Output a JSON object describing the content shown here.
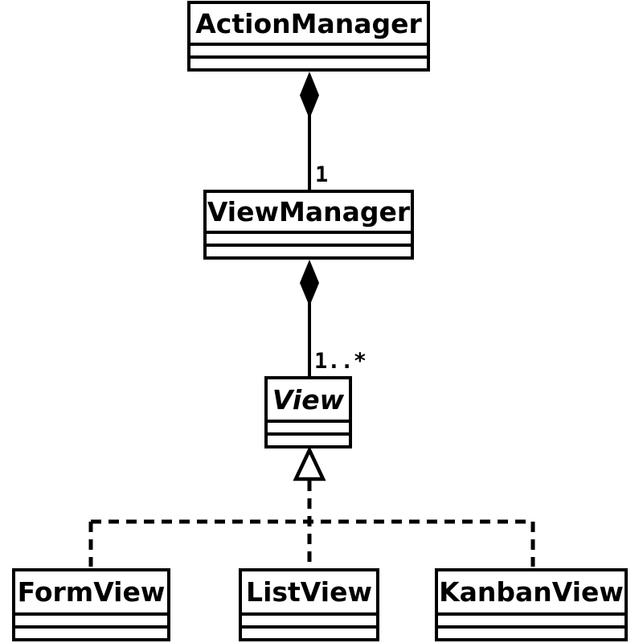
{
  "colors": {
    "stroke": "#000000",
    "box_fill": "#ffffff",
    "text": "#000000",
    "background": "#ffffff"
  },
  "diagram": {
    "type": "uml-class-diagram",
    "classes": [
      {
        "name": "ActionManager",
        "abstract": false,
        "attributes": [],
        "methods": []
      },
      {
        "name": "ViewManager",
        "abstract": false,
        "attributes": [],
        "methods": []
      },
      {
        "name": "View",
        "abstract": true,
        "attributes": [],
        "methods": []
      },
      {
        "name": "FormView",
        "abstract": false,
        "attributes": [],
        "methods": []
      },
      {
        "name": "ListView",
        "abstract": false,
        "attributes": [],
        "methods": []
      },
      {
        "name": "KanbanView",
        "abstract": false,
        "attributes": [],
        "methods": []
      }
    ],
    "relations": [
      {
        "from": "ActionManager",
        "to": "ViewManager",
        "type": "composition",
        "multiplicity": "1",
        "line": "solid"
      },
      {
        "from": "ViewManager",
        "to": "View",
        "type": "composition",
        "multiplicity": "1..*",
        "line": "solid"
      },
      {
        "from": "View",
        "to": "FormView",
        "type": "generalization",
        "multiplicity": "",
        "line": "dashed"
      },
      {
        "from": "View",
        "to": "ListView",
        "type": "generalization",
        "multiplicity": "",
        "line": "dashed"
      },
      {
        "from": "View",
        "to": "KanbanView",
        "type": "generalization",
        "multiplicity": "",
        "line": "dashed"
      }
    ]
  }
}
